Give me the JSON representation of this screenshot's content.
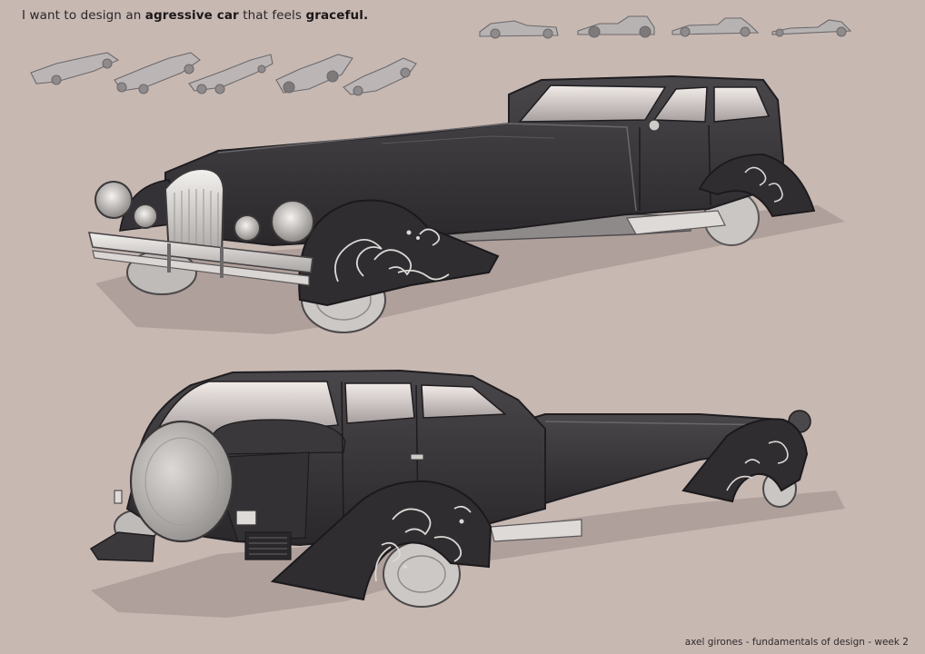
{
  "headline": {
    "part1": "I want to design an ",
    "emphasis1": "agressive car",
    "part2": " that feels ",
    "emphasis2": "graceful."
  },
  "credit": "axel girones - fundamentals of design - week 2",
  "colors": {
    "background": "#c7b8b2",
    "body": "#39373a",
    "fender": "#2f2d30",
    "chrome": "#e2e0dd",
    "shadow": "#a99a95"
  },
  "thumbnails": {
    "top_row_count": 4,
    "left_row_count": 5
  }
}
